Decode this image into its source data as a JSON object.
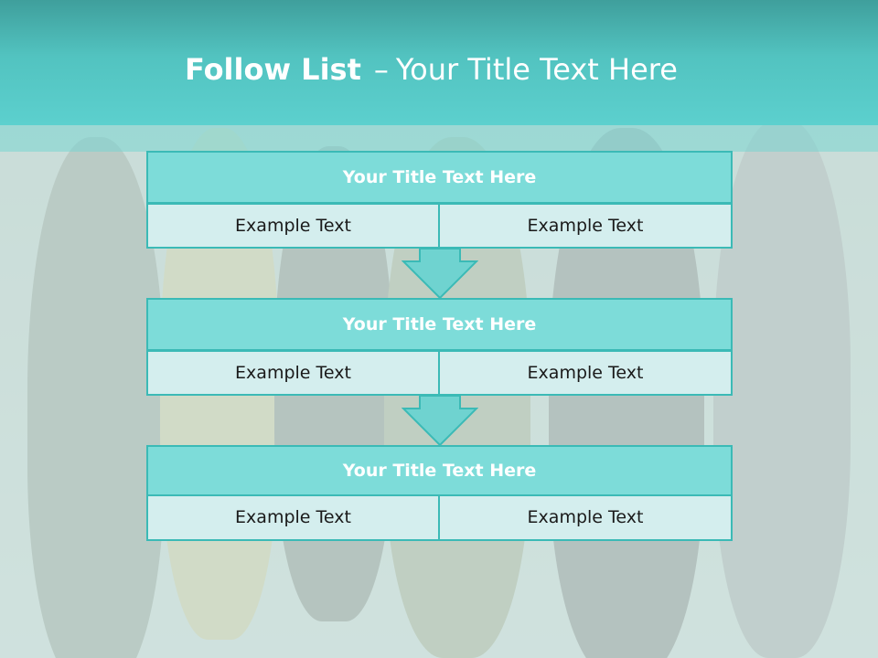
{
  "header": {
    "title_bold": "Follow List",
    "title_dash": "–",
    "title_rest": "Your Title Text Here"
  },
  "steps": [
    {
      "title": "Your Title Text Here",
      "left": "Example Text",
      "right": "Example Text"
    },
    {
      "title": "Your Title Text Here",
      "left": "Example Text",
      "right": "Example Text"
    },
    {
      "title": "Your Title Text Here",
      "left": "Example Text",
      "right": "Example Text"
    }
  ],
  "colors": {
    "header": "#52c3c0",
    "box_title_fill": "#7ddcd9",
    "box_border": "#3bbab6",
    "cell_fill": "#d4eeee",
    "arrow_fill": "#6fd3d0"
  },
  "icons": [
    "down-arrow-icon"
  ]
}
